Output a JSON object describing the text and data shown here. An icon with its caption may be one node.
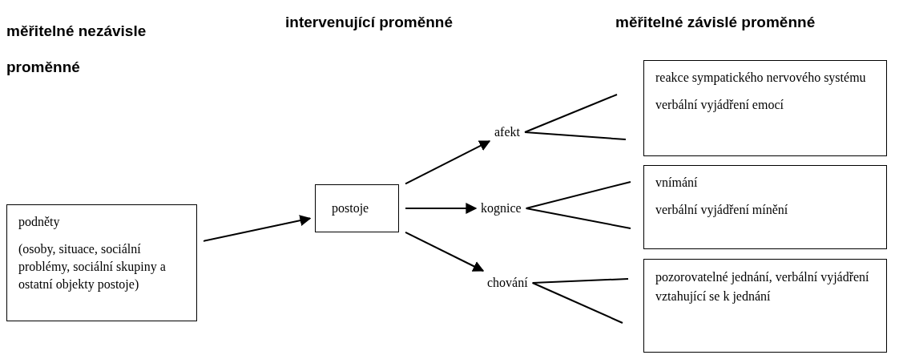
{
  "diagram": {
    "nodes": [
      {
        "text": [
          "podněty",
          "(osoby, situace, sociální problémy, sociální skupiny a ostatní objekty postoje)"
        ]
      },
      {
        "text": [
          "postoje"
        ]
      },
      {
        "text": [
          "afekt"
        ]
      },
      {
        "text": [
          "kognice"
        ]
      },
      {
        "text": [
          "chování"
        ]
      },
      {
        "text": [
          "reakce sympatického nervového systému",
          "verbální vyjádření emocí"
        ]
      },
      {
        "text": [
          "vnímání",
          "verbální vyjádření mínění"
        ]
      },
      {
        "text": [
          "pozorovatelné jednání, verbální vyjádření vztahující se k jednání"
        ]
      }
    ],
    "edges": [
      {
        "from": 0,
        "to": 1,
        "arrow": "to"
      },
      {
        "from": 1,
        "to": 2,
        "arrow": "to"
      },
      {
        "from": 1,
        "to": 3,
        "arrow": "to"
      },
      {
        "from": 1,
        "to": 4,
        "arrow": "to"
      },
      {
        "from": 2,
        "to": null,
        "arrow": "none"
      },
      {
        "from": 2,
        "to": null,
        "arrow": "none"
      },
      {
        "from": 3,
        "to": null,
        "arrow": "none"
      },
      {
        "from": 3,
        "to": null,
        "arrow": "none"
      },
      {
        "from": 4,
        "to": null,
        "arrow": "none"
      },
      {
        "from": 4,
        "to": null,
        "arrow": "none"
      }
    ],
    "labels": [
      "měřitelné nezávisle proměnné",
      "intervenující proměnné",
      "měřitelné závislé proměnné"
    ]
  }
}
